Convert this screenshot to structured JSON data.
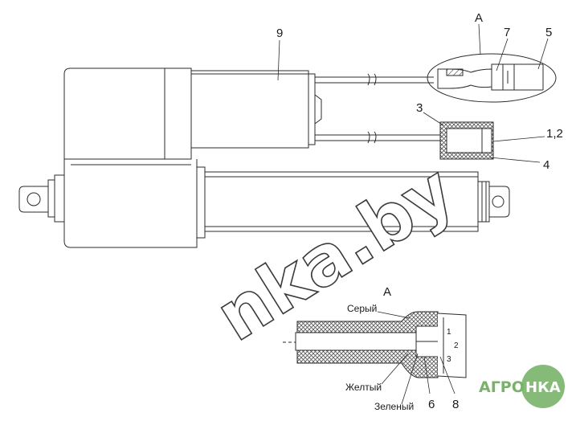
{
  "labels": {
    "callout_9": "9",
    "view_a_top": "A",
    "callout_7": "7",
    "callout_5": "5",
    "callout_3": "3",
    "callout_12": "1,2",
    "callout_4": "4",
    "view_a_bottom": "A",
    "wire_gray": "Серый",
    "wire_yellow": "Желтый",
    "wire_green": "Зеленый",
    "callout_6": "6",
    "callout_8": "8",
    "pin_1": "1",
    "pin_2": "2",
    "pin_3": "3"
  },
  "watermark": {
    "text": "nka.by",
    "logo_left": "АГРО",
    "logo_right": "НКА"
  },
  "colors": {
    "line": "#2b2b2b",
    "hatch": "#4a4a4a",
    "watermark_fill": "#ffffff",
    "watermark_stroke": "#3a3a3a",
    "logo_green": "#79b36a"
  }
}
